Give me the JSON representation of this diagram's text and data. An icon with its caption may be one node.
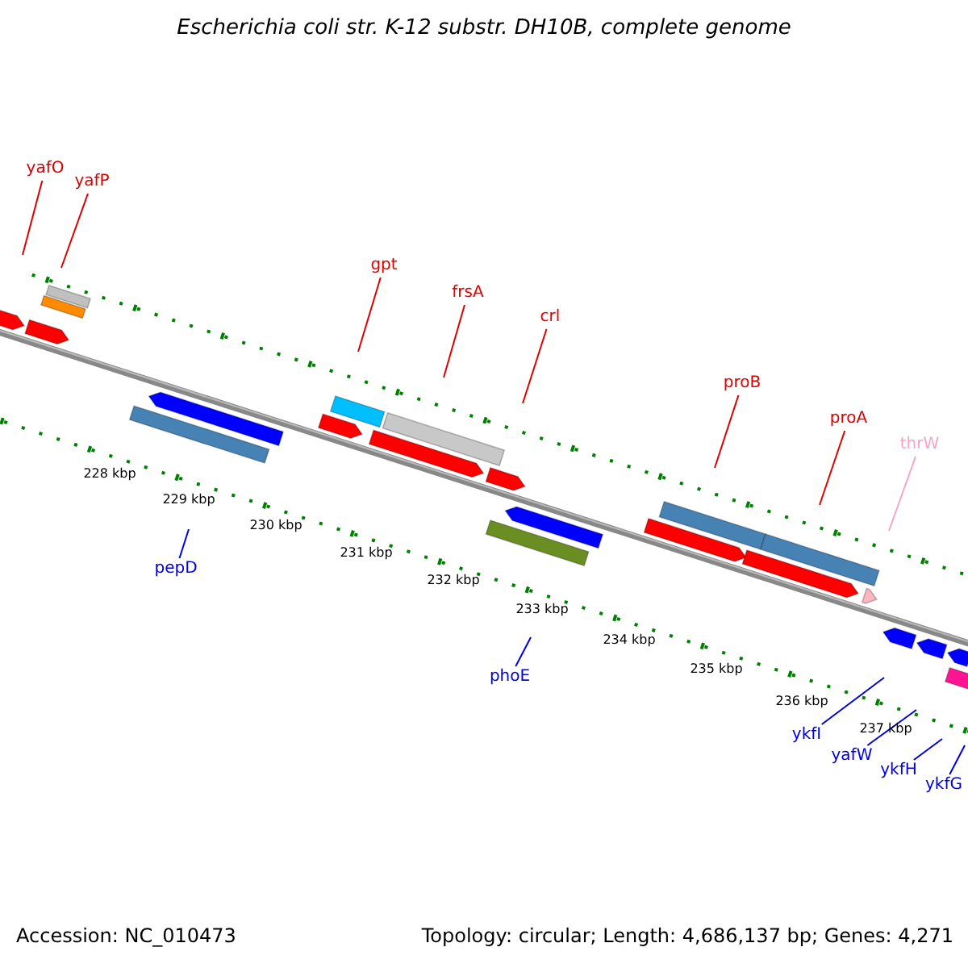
{
  "diagram": {
    "title": "Escherichia coli str. K-12 substr. DH10B, complete genome",
    "nodes": [
      {
        "text": [
          "yafO"
        ]
      },
      {
        "text": [
          "yafP"
        ]
      },
      {
        "text": [
          "gpt"
        ]
      },
      {
        "text": [
          "frsA"
        ]
      },
      {
        "text": [
          "crl"
        ]
      },
      {
        "text": [
          "proB"
        ]
      },
      {
        "text": [
          "proA"
        ]
      },
      {
        "text": [
          "thrW"
        ]
      },
      {
        "text": [
          "pepD"
        ]
      },
      {
        "text": [
          "phoE"
        ]
      },
      {
        "text": [
          "ykfI"
        ]
      },
      {
        "text": [
          "yafW"
        ]
      },
      {
        "text": [
          "ykfH"
        ]
      },
      {
        "text": [
          "ykfG"
        ]
      }
    ],
    "edges": [
      {
        "from": 0,
        "to": null,
        "arrow": "none"
      },
      {
        "from": 1,
        "to": null,
        "arrow": "none"
      },
      {
        "from": 2,
        "to": null,
        "arrow": "none"
      },
      {
        "from": 3,
        "to": null,
        "arrow": "none"
      },
      {
        "from": 4,
        "to": null,
        "arrow": "none"
      },
      {
        "from": 5,
        "to": null,
        "arrow": "none"
      },
      {
        "from": 6,
        "to": null,
        "arrow": "none"
      },
      {
        "from": 7,
        "to": null,
        "arrow": "none",
        "color": "#f4a6c4"
      },
      {
        "from": 8,
        "to": null,
        "arrow": "none",
        "color": "#0000e0"
      },
      {
        "from": 9,
        "to": null,
        "arrow": "none",
        "color": "#0000e0"
      },
      {
        "from": 10,
        "to": null,
        "arrow": "none",
        "color": "#0000e0"
      },
      {
        "from": 11,
        "to": null,
        "arrow": "none",
        "color": "#0000e0"
      },
      {
        "from": 12,
        "to": null,
        "arrow": "none",
        "color": "#0000e0"
      },
      {
        "from": 13,
        "to": null,
        "arrow": "none",
        "color": "#0000e0"
      }
    ],
    "labels": [
      "228 kbp",
      "229 kbp",
      "230 kbp",
      "231 kbp",
      "232 kbp",
      "233 kbp",
      "234 kbp",
      "235 kbp",
      "236 kbp",
      "237 kbp",
      "Accession: NC_010473",
      "Topology: circular; Length: 4,686,137 bp; Genes: 4,271"
    ]
  }
}
